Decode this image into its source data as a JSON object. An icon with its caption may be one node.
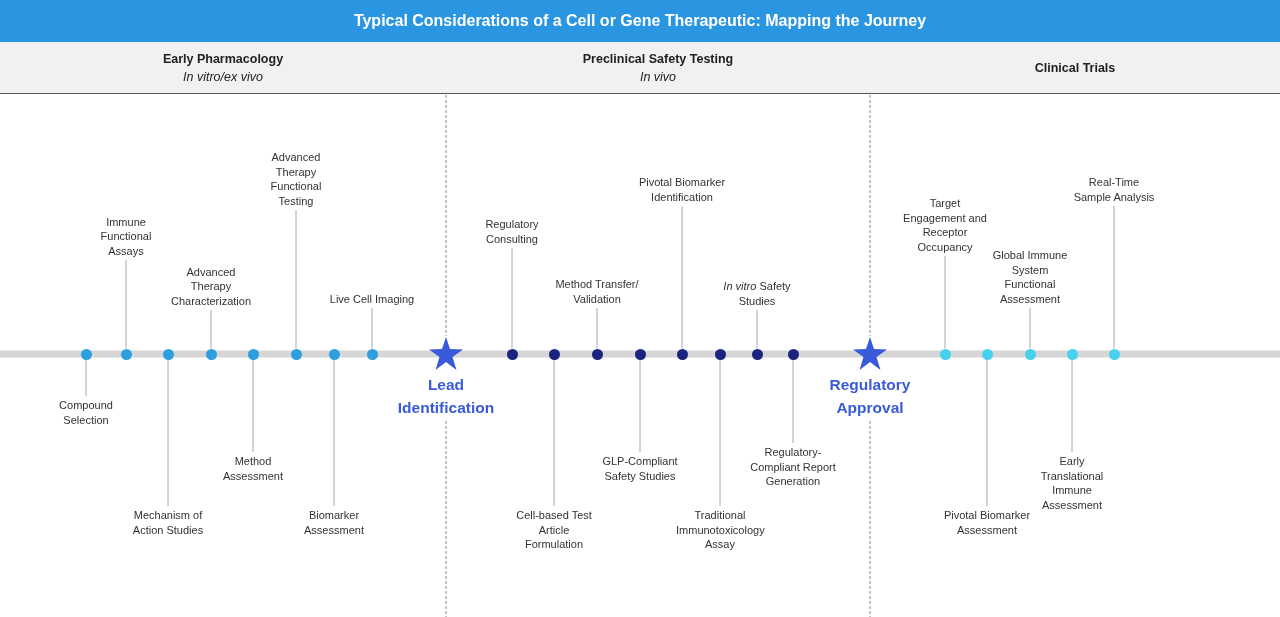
{
  "diagram": {
    "title": "Typical Considerations of a Cell or Gene Therapeutic: Mapping the Journey",
    "nodes": [
      {
        "text": [
          "Early Pharmacology",
          "In vitro/ex vivo"
        ]
      },
      {
        "text": [
          "Preclinical Safety Testing",
          "In vivo"
        ]
      },
      {
        "text": [
          "Clinical Trials"
        ]
      },
      {
        "text": [
          "Compound Selection"
        ]
      },
      {
        "text": [],
        "shape": "circle"
      },
      {
        "text": [
          "Immune Functional Assays"
        ]
      },
      {
        "text": [],
        "shape": "circle"
      },
      {
        "text": [
          "Mechanism of Action Studies"
        ]
      },
      {
        "text": [],
        "shape": "circle"
      },
      {
        "text": [
          "Advanced Therapy Characterization"
        ]
      },
      {
        "text": [],
        "shape": "circle"
      },
      {
        "text": [
          "Method Assessment"
        ]
      },
      {
        "text": [],
        "shape": "circle"
      },
      {
        "text": [
          "Advanced Therapy Functional Testing"
        ]
      },
      {
        "text": [],
        "shape": "circle"
      },
      {
        "text": [
          "Biomarker Assessment"
        ]
      },
      {
        "text": [],
        "shape": "circle"
      },
      {
        "text": [
          "Live Cell Imaging"
        ]
      },
      {
        "text": [],
        "shape": "circle"
      },
      {
        "text": [],
        "shape": "star",
        "beside": [
          "Lead Identification"
        ]
      },
      {
        "text": [
          "Regulatory Consulting"
        ]
      },
      {
        "text": [],
        "shape": "circle"
      },
      {
        "text": [
          "Cell-based Test Article Formulation"
        ]
      },
      {
        "text": [],
        "shape": "circle"
      },
      {
        "text": [
          "Method Transfer/ Validation"
        ]
      },
      {
        "text": [],
        "shape": "circle"
      },
      {
        "text": [
          "GLP-Compliant Safety Studies"
        ]
      },
      {
        "text": [],
        "shape": "circle"
      },
      {
        "text": [
          "Pivotal Biomarker Identification"
        ]
      },
      {
        "text": [],
        "shape": "circle"
      },
      {
        "text": [
          "Traditional Immunotoxicology Assay"
        ]
      },
      {
        "text": [],
        "shape": "circle"
      },
      {
        "text": [
          "*In vitro* Safety Studies"
        ]
      },
      {
        "text": [],
        "shape": "circle"
      },
      {
        "text": [
          "Regulatory-Compliant Report Generation"
        ]
      },
      {
        "text": [],
        "shape": "circle"
      },
      {
        "text": [],
        "shape": "star",
        "beside": [
          "Regulatory Approval"
        ]
      },
      {
        "text": [
          "Target Engagement and Receptor Occupancy"
        ]
      },
      {
        "text": [],
        "shape": "circle"
      },
      {
        "text": [
          "Pivotal Biomarker Assessment"
        ]
      },
      {
        "text": [],
        "shape": "circle"
      },
      {
        "text": [
          "Global Immune System Functional Assessment"
        ]
      },
      {
        "text": [],
        "shape": "circle"
      },
      {
        "text": [
          "Early Translational Immune Assessment"
        ]
      },
      {
        "text": [],
        "shape": "circle"
      },
      {
        "text": [
          "Real-Time Sample Analysis"
        ]
      },
      {
        "text": [],
        "shape": "circle"
      }
    ],
    "edges": [
      {
        "from": 3,
        "to": 4,
        "arrow": "none"
      },
      {
        "from": 5,
        "to": 6,
        "arrow": "none"
      },
      {
        "from": 7,
        "to": 8,
        "arrow": "none"
      },
      {
        "from": 9,
        "to": 10,
        "arrow": "none"
      },
      {
        "from": 11,
        "to": 12,
        "arrow": "none"
      },
      {
        "from": 13,
        "to": 14,
        "arrow": "none"
      },
      {
        "from": 15,
        "to": 16,
        "arrow": "none"
      },
      {
        "from": 17,
        "to": 18,
        "arrow": "none"
      },
      {
        "from": 20,
        "to": 21,
        "arrow": "none"
      },
      {
        "from": 22,
        "to": 23,
        "arrow": "none"
      },
      {
        "from": 24,
        "to": 25,
        "arrow": "none"
      },
      {
        "from": 26,
        "to": 27,
        "arrow": "none"
      },
      {
        "from": 28,
        "to": 29,
        "arrow": "none"
      },
      {
        "from": 30,
        "to": 31,
        "arrow": "none"
      },
      {
        "from": 32,
        "to": 33,
        "arrow": "none"
      },
      {
        "from": 34,
        "to": 35,
        "arrow": "none"
      },
      {
        "from": 37,
        "to": 38,
        "arrow": "none"
      },
      {
        "from": 39,
        "to": 40,
        "arrow": "none"
      },
      {
        "from": 41,
        "to": 42,
        "arrow": "none"
      },
      {
        "from": 43,
        "to": 44,
        "arrow": "none"
      },
      {
        "from": 45,
        "to": 46,
        "arrow": "none"
      }
    ]
  }
}
